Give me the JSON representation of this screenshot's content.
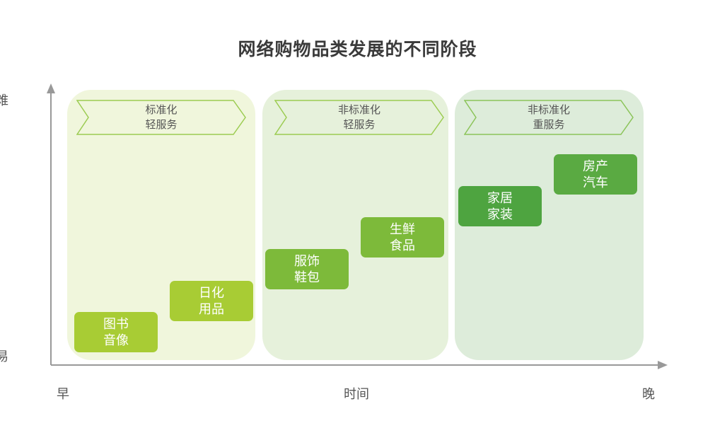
{
  "title": "网络购物品类发展的不同阶段",
  "axes": {
    "y_top": "难",
    "y_bottom": "易",
    "x_left": "早",
    "x_middle": "时间",
    "x_right": "晚"
  },
  "stages": [
    {
      "line1": "标准化",
      "line2": "轻服务"
    },
    {
      "line1": "非标准化",
      "line2": "轻服务"
    },
    {
      "line1": "非标准化",
      "line2": "重服务"
    }
  ],
  "categories": [
    {
      "line1": "图书",
      "line2": "音像"
    },
    {
      "line1": "日化",
      "line2": "用品"
    },
    {
      "line1": "服饰",
      "line2": "鞋包"
    },
    {
      "line1": "生鲜",
      "line2": "食品"
    },
    {
      "line1": "家居",
      "line2": "家装"
    },
    {
      "line1": "房产",
      "line2": "汽车"
    }
  ],
  "colors": {
    "stage1_bg": "#f0f6dc",
    "stage2_bg": "#e6f1db",
    "stage3_bg": "#ddecda",
    "box_light": "#a8cc34",
    "box_mid": "#7dba3a",
    "box_dark": "#4ea440"
  }
}
